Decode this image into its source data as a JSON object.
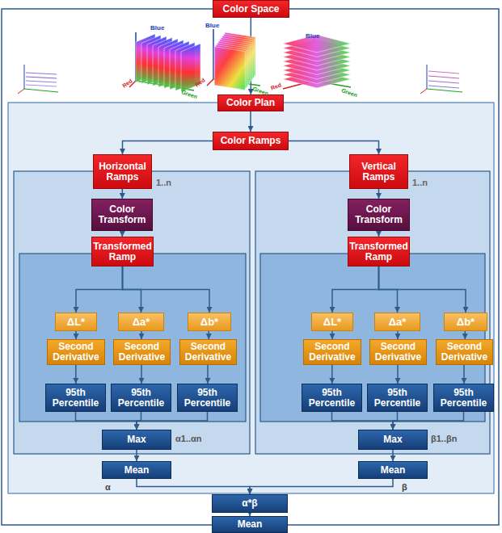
{
  "diagram": {
    "nodes": [
      {
        "text": [
          "Color Space"
        ]
      },
      {
        "text": [
          "Color Plan"
        ]
      },
      {
        "text": [
          "Color Ramps"
        ]
      },
      {
        "text": [
          "Horizontal Ramps"
        ]
      },
      {
        "text": [
          "Color Transform"
        ]
      },
      {
        "text": [
          "Transformed Ramp"
        ]
      },
      {
        "text": [
          "ΔL*"
        ]
      },
      {
        "text": [
          "Δa*"
        ]
      },
      {
        "text": [
          "Δb*"
        ]
      },
      {
        "text": [
          "Second Derivative"
        ]
      },
      {
        "text": [
          "Second Derivative"
        ]
      },
      {
        "text": [
          "Second Derivative"
        ]
      },
      {
        "text": [
          "95th Percentile"
        ]
      },
      {
        "text": [
          "95th Percentile"
        ]
      },
      {
        "text": [
          "95th Percentile"
        ]
      },
      {
        "text": [
          "Max"
        ]
      },
      {
        "text": [
          "Mean"
        ]
      },
      {
        "text": [
          "Vertical Ramps"
        ]
      },
      {
        "text": [
          "Color Transform"
        ]
      },
      {
        "text": [
          "Transformed Ramp"
        ]
      },
      {
        "text": [
          "ΔL*"
        ]
      },
      {
        "text": [
          "Δa*"
        ]
      },
      {
        "text": [
          "Δb*"
        ]
      },
      {
        "text": [
          "Second Derivative"
        ]
      },
      {
        "text": [
          "Second Derivative"
        ]
      },
      {
        "text": [
          "Second Derivative"
        ]
      },
      {
        "text": [
          "95th Percentile"
        ]
      },
      {
        "text": [
          "95th Percentile"
        ]
      },
      {
        "text": [
          "95th Percentile"
        ]
      },
      {
        "text": [
          "Max"
        ]
      },
      {
        "text": [
          "Mean"
        ]
      },
      {
        "text": [
          "α*β"
        ]
      },
      {
        "text": [
          "Mean"
        ]
      }
    ],
    "edges": [
      {
        "from": 0,
        "to": 1,
        "arrow": "to"
      },
      {
        "from": 1,
        "to": 2,
        "arrow": "to"
      },
      {
        "from": 2,
        "to": 3,
        "arrow": "to"
      },
      {
        "from": 2,
        "to": 17,
        "arrow": "to"
      },
      {
        "from": 3,
        "to": 4,
        "arrow": "to"
      },
      {
        "from": 4,
        "to": 5,
        "arrow": "to"
      },
      {
        "from": 5,
        "to": 6,
        "arrow": "to"
      },
      {
        "from": 5,
        "to": 7,
        "arrow": "to"
      },
      {
        "from": 5,
        "to": 8,
        "arrow": "to"
      },
      {
        "from": 6,
        "to": 9,
        "arrow": "to"
      },
      {
        "from": 7,
        "to": 10,
        "arrow": "to"
      },
      {
        "from": 8,
        "to": 11,
        "arrow": "to"
      },
      {
        "from": 9,
        "to": 12,
        "arrow": "to"
      },
      {
        "from": 10,
        "to": 13,
        "arrow": "to"
      },
      {
        "from": 11,
        "to": 14,
        "arrow": "to"
      },
      {
        "from": 12,
        "to": 15,
        "arrow": "to"
      },
      {
        "from": 13,
        "to": 15,
        "arrow": "to"
      },
      {
        "from": 14,
        "to": 15,
        "arrow": "to"
      },
      {
        "from": 15,
        "to": 16,
        "arrow": "to"
      },
      {
        "from": 16,
        "to": 31,
        "arrow": "to"
      },
      {
        "from": 17,
        "to": 18,
        "arrow": "to"
      },
      {
        "from": 18,
        "to": 19,
        "arrow": "to"
      },
      {
        "from": 19,
        "to": 20,
        "arrow": "to"
      },
      {
        "from": 19,
        "to": 21,
        "arrow": "to"
      },
      {
        "from": 19,
        "to": 22,
        "arrow": "to"
      },
      {
        "from": 20,
        "to": 23,
        "arrow": "to"
      },
      {
        "from": 21,
        "to": 24,
        "arrow": "to"
      },
      {
        "from": 22,
        "to": 25,
        "arrow": "to"
      },
      {
        "from": 23,
        "to": 26,
        "arrow": "to"
      },
      {
        "from": 24,
        "to": 27,
        "arrow": "to"
      },
      {
        "from": 25,
        "to": 28,
        "arrow": "to"
      },
      {
        "from": 26,
        "to": 29,
        "arrow": "to"
      },
      {
        "from": 27,
        "to": 29,
        "arrow": "to"
      },
      {
        "from": 28,
        "to": 29,
        "arrow": "to"
      },
      {
        "from": 29,
        "to": 30,
        "arrow": "to"
      },
      {
        "from": 30,
        "to": 31,
        "arrow": "to"
      },
      {
        "from": 31,
        "to": 32,
        "arrow": "to"
      }
    ],
    "labels": [
      "Blue",
      "Red",
      "Green",
      "Blue",
      "Red",
      "Green",
      "Blue",
      "Red",
      "Green",
      "1..n",
      "1..n",
      "α1..αn",
      "β1..βn",
      "α",
      "β"
    ]
  }
}
